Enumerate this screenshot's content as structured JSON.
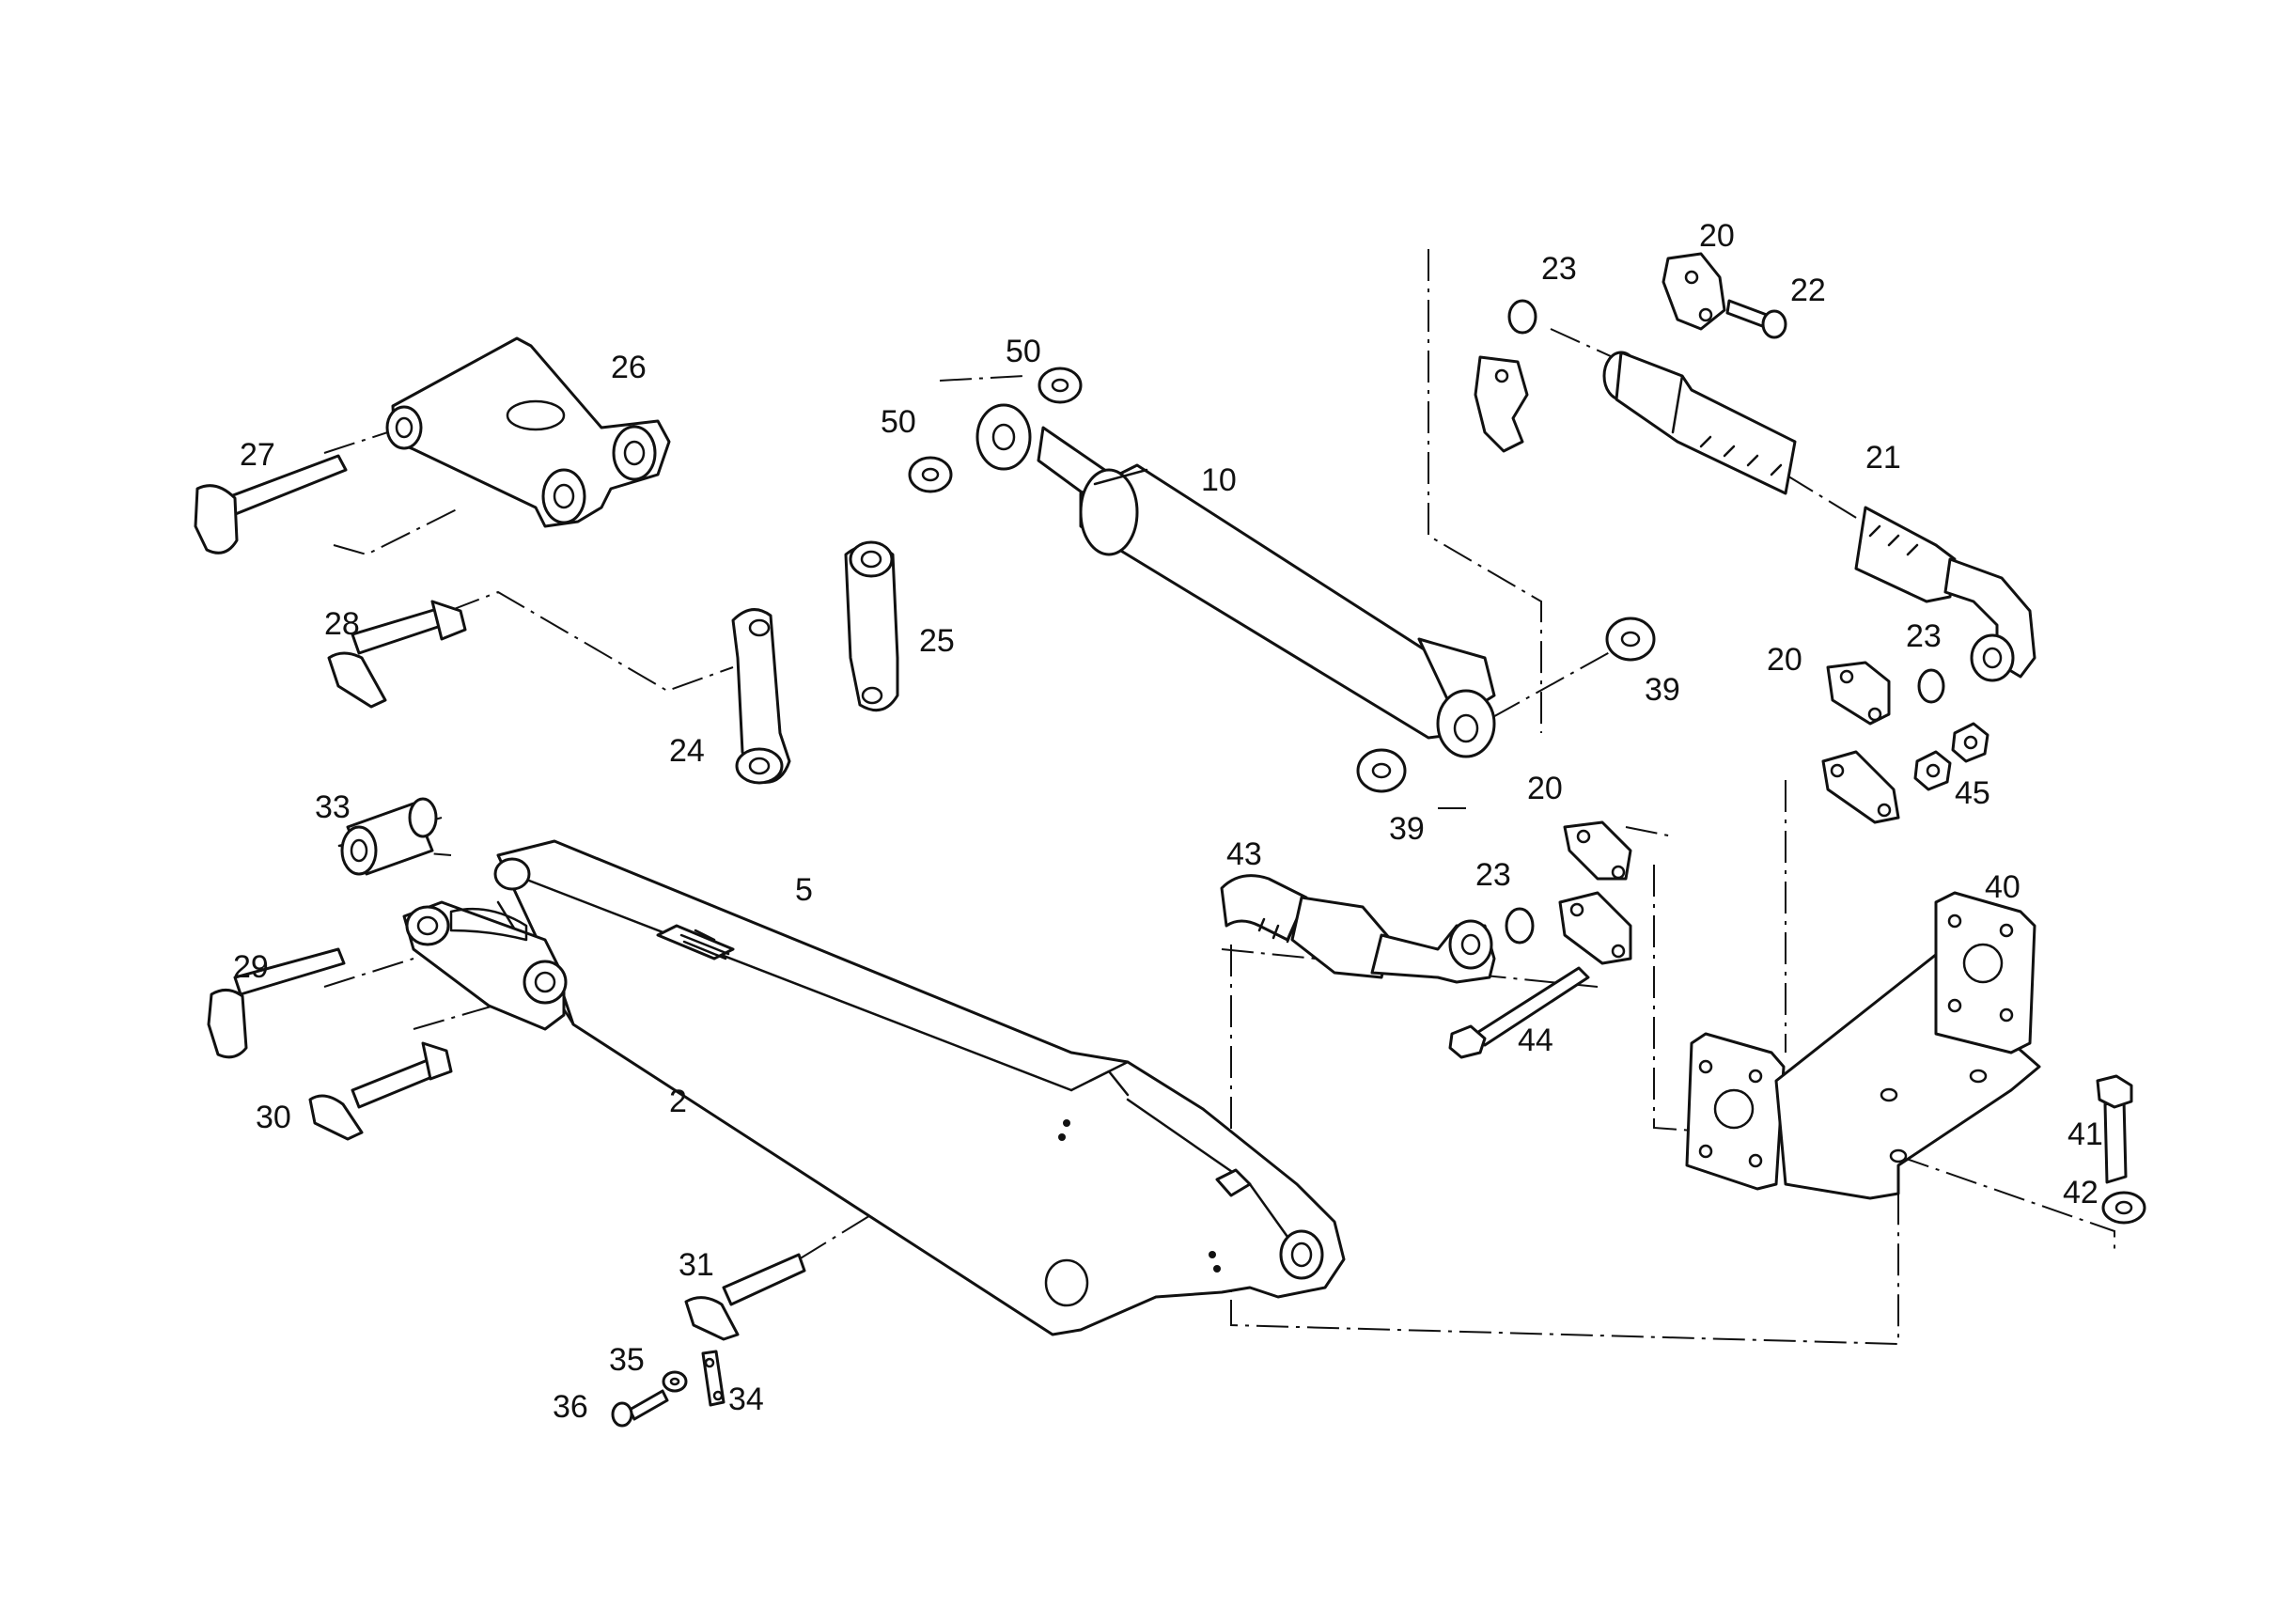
{
  "callouts": [
    "2",
    "5",
    "10",
    "20",
    "20",
    "20",
    "20",
    "21",
    "22",
    "23",
    "23",
    "23",
    "23",
    "24",
    "25",
    "26",
    "27",
    "28",
    "29",
    "30",
    "31",
    "33",
    "34",
    "35",
    "36",
    "39",
    "39",
    "40",
    "41",
    "42",
    "43",
    "44",
    "45",
    "50",
    "50"
  ]
}
